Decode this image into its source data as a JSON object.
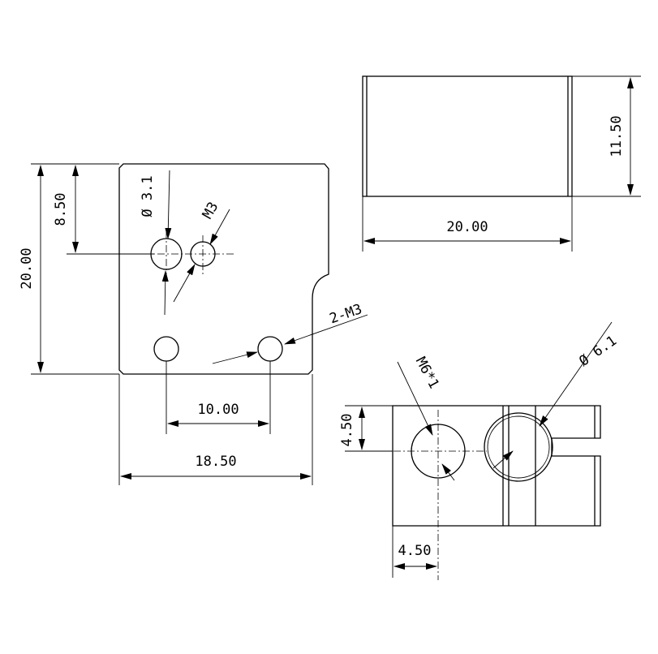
{
  "dimensions": {
    "front_height_total": "20.00",
    "front_height_hole": "8.50",
    "front_hole_dia": "Ø 3.1",
    "front_thread": "M3",
    "front_two_threads": "2-M3",
    "front_hole_spacing": "10.00",
    "front_width": "18.50",
    "side_height": "11.50",
    "side_width": "20.00",
    "bottom_height": "4.50",
    "bottom_offset": "4.50",
    "bottom_thread": "M6*1",
    "bottom_bore_dia": "Ø 6.1"
  }
}
